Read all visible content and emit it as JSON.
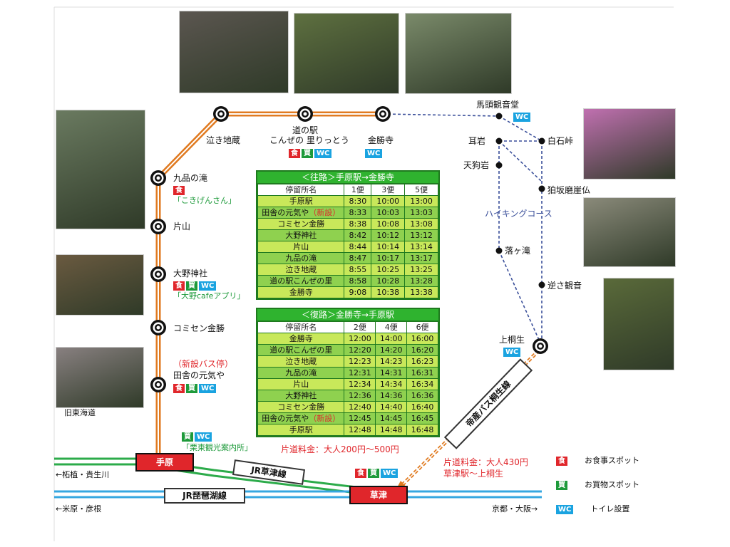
{
  "photos": [
    {
      "id": "stone-buddhas",
      "color": "#5b5650",
      "label_icon": "stone-buddha-relief-photo"
    },
    {
      "id": "temple-path",
      "color": "#5e7040",
      "label_icon": "temple-gate-path-photo"
    },
    {
      "id": "rock-peak",
      "color": "#7a8a6a",
      "label_icon": "rocky-peak-photo"
    },
    {
      "id": "waterfall",
      "color": "#6a7a60",
      "label_icon": "waterfall-photo"
    },
    {
      "id": "shrine",
      "color": "#6a5a40",
      "label_icon": "shrine-photo"
    },
    {
      "id": "old-house",
      "color": "#888080",
      "label_icon": "old-townhouse-photo"
    },
    {
      "id": "azalea",
      "color": "#c070b0",
      "label_icon": "azalea-photo"
    },
    {
      "id": "rock-buddha",
      "color": "#8a8a7a",
      "label_icon": "rock-buddha-photo"
    },
    {
      "id": "cliff-waterfall",
      "color": "#5a6a3a",
      "label_icon": "cliff-waterfall-photo"
    }
  ],
  "stops": {
    "nakiJizo": "泣き地蔵",
    "michinoeki_1": "道の駅",
    "michinoeki_2": "こんぜの 里りっとう",
    "konshoji": "金勝寺",
    "kuhonnotaki": "九品の滝",
    "kuhon_shop": "「こきげんさん」",
    "katayama": "片山",
    "ohnojinja": "大野神社",
    "ohno_cafe": "「大野cafeアプリ」",
    "comisen": "コミセン金勝",
    "new_stop": "（新設バス停）",
    "inakanogenkiya": "田舎の元気や",
    "old_tokaido": "旧東海道",
    "tourist_info": "「栗東観光案内所」",
    "bato": "馬頭観音堂",
    "mimiiwa": "耳岩",
    "shiraishi": "白石峠",
    "tenguiwa": "天狗岩",
    "sasaka": "狛坂磨崖仏",
    "hiking": "ハイキングコース",
    "ochigataki": "落ヶ滝",
    "sakasa": "逆さ観音",
    "kamikiryu": "上桐生"
  },
  "badges": {
    "food": "食",
    "shop": "買",
    "wc": "WC"
  },
  "timetable_out": {
    "title": "＜往路＞手原駅→金勝寺",
    "headers": [
      "停留所名",
      "1便",
      "3便",
      "5便"
    ],
    "rows": [
      [
        "手原駅",
        "8:30",
        "10:00",
        "13:00"
      ],
      [
        "田舎の元気や（新設）",
        "8:33",
        "10:03",
        "13:03"
      ],
      [
        "コミセン金勝",
        "8:38",
        "10:08",
        "13:08"
      ],
      [
        "大野神社",
        "8:42",
        "10:12",
        "13:12"
      ],
      [
        "片山",
        "8:44",
        "10:14",
        "13:14"
      ],
      [
        "九品の滝",
        "8:47",
        "10:17",
        "13:17"
      ],
      [
        "泣き地蔵",
        "8:55",
        "10:25",
        "13:25"
      ],
      [
        "道の駅こんぜの里",
        "8:58",
        "10:28",
        "13:28"
      ],
      [
        "金勝寺",
        "9:08",
        "10:38",
        "13:38"
      ]
    ]
  },
  "timetable_ret": {
    "title": "＜復路＞金勝寺→手原駅",
    "headers": [
      "停留所名",
      "2便",
      "4便",
      "6便"
    ],
    "rows": [
      [
        "金勝寺",
        "12:00",
        "14:00",
        "16:00"
      ],
      [
        "道の駅こんぜの里",
        "12:20",
        "14:20",
        "16:20"
      ],
      [
        "泣き地蔵",
        "12:23",
        "14:23",
        "16:23"
      ],
      [
        "九品の滝",
        "12:31",
        "14:31",
        "16:31"
      ],
      [
        "片山",
        "12:34",
        "14:34",
        "16:34"
      ],
      [
        "大野神社",
        "12:36",
        "14:36",
        "16:36"
      ],
      [
        "コミセン金勝",
        "12:40",
        "14:40",
        "16:40"
      ],
      [
        "田舎の元気や（新設）",
        "12:45",
        "14:45",
        "16:45"
      ],
      [
        "手原駅",
        "12:48",
        "14:48",
        "16:48"
      ]
    ]
  },
  "fare_konze": "片道料金：大人200円〜500円",
  "fare_teisan_1": "片道料金：大人430円",
  "fare_teisan_2": "草津駅〜上桐生",
  "teisan_line": "帝産バス桐生線",
  "stations": {
    "tehara": "手原",
    "kusatsu": "草津"
  },
  "rail_lines": {
    "kusatsu_line": "JR草津線",
    "biwako_line": "JR琵琶湖線"
  },
  "directions": {
    "tsuge": "←柘植・貴生川",
    "maibara": "←米原・彦根",
    "kyoto": "京都・大阪→"
  },
  "legend": [
    {
      "badge": "食",
      "kind": "food",
      "text": "お食事スポット"
    },
    {
      "badge": "買",
      "kind": "shop",
      "text": "お買物スポット"
    },
    {
      "badge": "WC",
      "kind": "wc",
      "text": "トイレ設置"
    }
  ],
  "colors": {
    "bus_route": "#e07a20",
    "hiking": "#3a4f9a",
    "kusatsu_rail": "#2cab4a",
    "biwako_rail": "#36a7e0",
    "timetable_header": "#2fb32f",
    "timetable_body": "#c8e85a",
    "station_box": "#e0262b"
  }
}
